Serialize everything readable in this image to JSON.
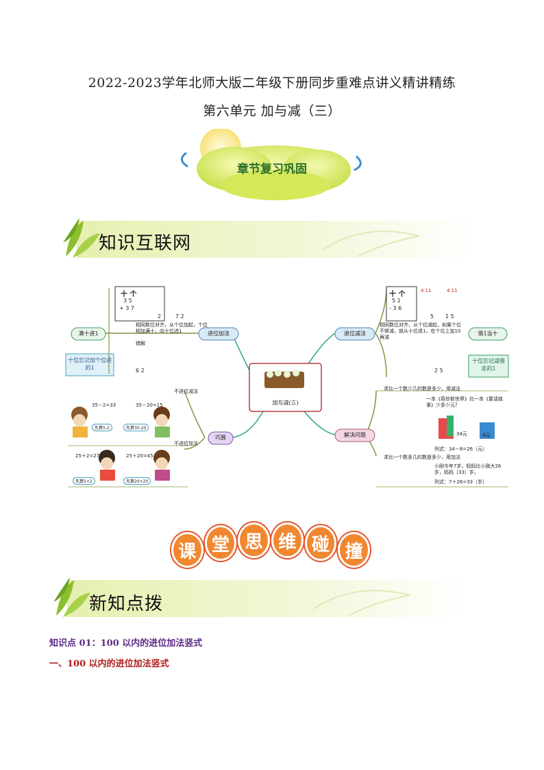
{
  "document": {
    "title_line1": "2022-2023学年北师大版二年级下册同步重难点讲义精讲精练",
    "title_line2": "第六单元  加与减（三）"
  },
  "chapter_badge": {
    "label": "章节复习巩固"
  },
  "section1": {
    "banner": "知识互联网"
  },
  "mindmap": {
    "center": "加与减(三)",
    "branches": {
      "carry_add": "进位加法",
      "borrow_sub": "退位减法",
      "tricks": "巧算",
      "problems": "解决问题"
    },
    "carry": {
      "tag_full": "满十进1",
      "tag_forget": "十位忘记加个位进的1",
      "header": "十 个",
      "rule": "相同数位对齐，从个位加起，个位相加满十，向十位进1",
      "wrong": "错解",
      "nums": {
        "a": "3 5",
        "b": "+ 3 7",
        "r1": "2",
        "r2": "7 2",
        "w": "6 2"
      }
    },
    "borrow": {
      "tag_borrow": "借1当十",
      "tag_forget": "十位忘记减借走的1",
      "header": "十 个",
      "rule": "相同数位对齐，从个位减起，如果个位不够减，就从十位退1，在个位上加10再减",
      "red1": "4 11",
      "nums": {
        "a": "5 1",
        "b": "- 3 6",
        "r1": "5",
        "r2": "1 5",
        "w": "2 5"
      }
    },
    "tricks": {
      "no_borrow": "不进位减法",
      "no_carry": "不进位加法",
      "eq1": "35－2=33",
      "eq2": "35－20=15",
      "eq3": "25＋2=27",
      "eq4": "25＋20=45",
      "hint1": "先算5-2",
      "hint2": "先算30-20",
      "hint3": "先算5+2",
      "hint4": "先算20+20"
    },
    "problems": {
      "less_title": "求比一个数少几的数是多少，用减法",
      "less_q": "一本《奇妙新世界》比一本《童话故事》少多少元？",
      "price1": "34元",
      "price2": "8元",
      "less_eq": "列式：34－8=26（元）",
      "more_title": "求比一个数多几的数是多少，用加法",
      "more_q": "小刚今年7岁，妈妈比小刚大26岁，妈妈（33）岁。",
      "more_eq": "列式：7＋26=33（岁）"
    }
  },
  "section2": {
    "title_art": [
      "课",
      "堂",
      "思",
      "维",
      "碰",
      "撞"
    ]
  },
  "section3": {
    "banner": "新知点拨"
  },
  "knowledge": {
    "point": "知识点 01：100 以内的进位加法竖式",
    "sub": "一、100 以内的进位加法竖式"
  },
  "colors": {
    "purple": "#5b2a86",
    "red": "#b11b1b",
    "green": "#8bc34a",
    "teal": "#3a9d8f",
    "orange": "#e4572e"
  }
}
